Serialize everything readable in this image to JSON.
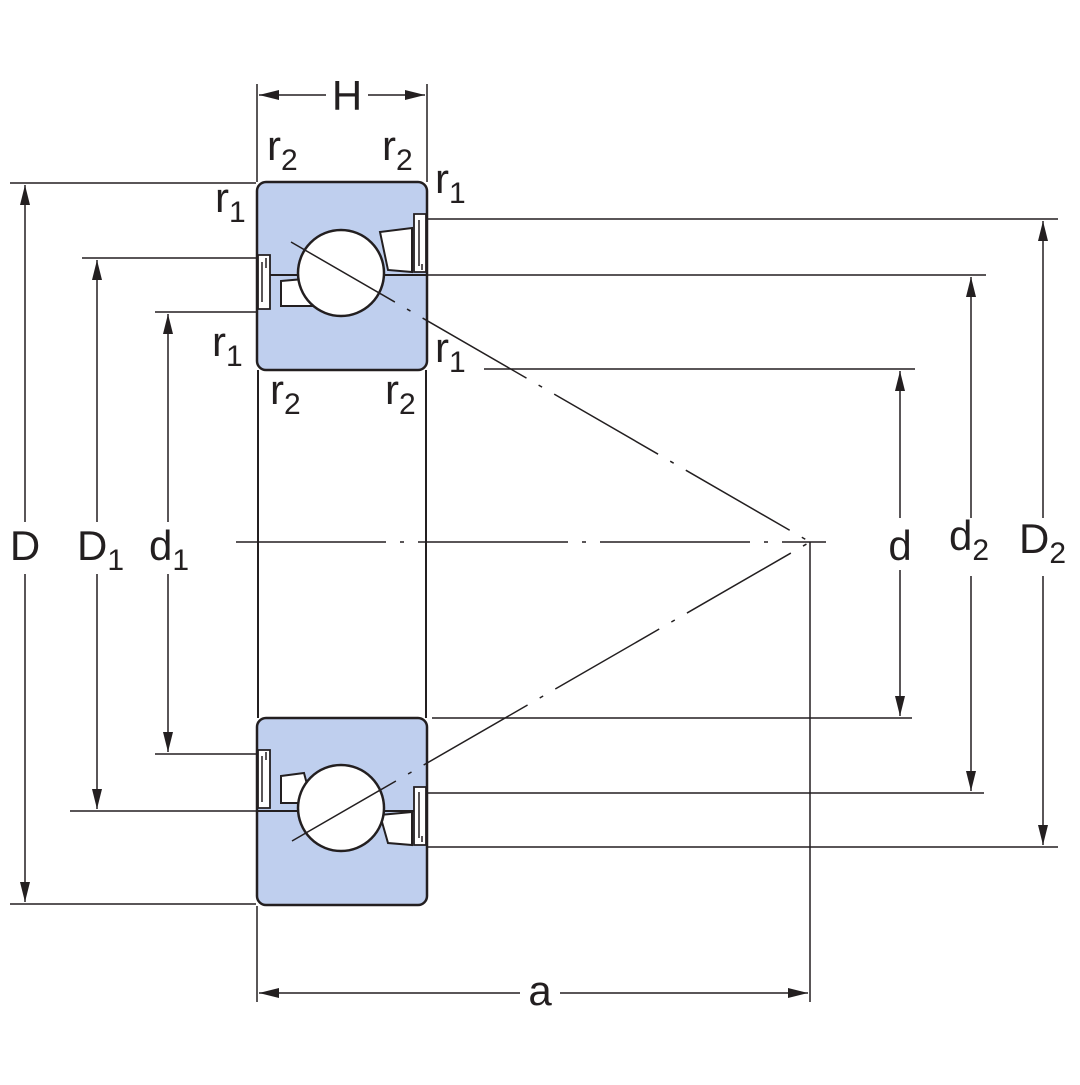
{
  "labels": {
    "H": "H",
    "D": "D",
    "D1": {
      "main": "D",
      "sub": "1"
    },
    "d1": {
      "main": "d",
      "sub": "1"
    },
    "d": "d",
    "d2": {
      "main": "d",
      "sub": "2"
    },
    "D2": {
      "main": "D",
      "sub": "2"
    },
    "a": "a",
    "r1": {
      "main": "r",
      "sub": "1"
    },
    "r2": {
      "main": "r",
      "sub": "2"
    }
  },
  "colors": {
    "ring_fill": "#bfcfee",
    "line": "#231f20",
    "background": "#ffffff"
  }
}
